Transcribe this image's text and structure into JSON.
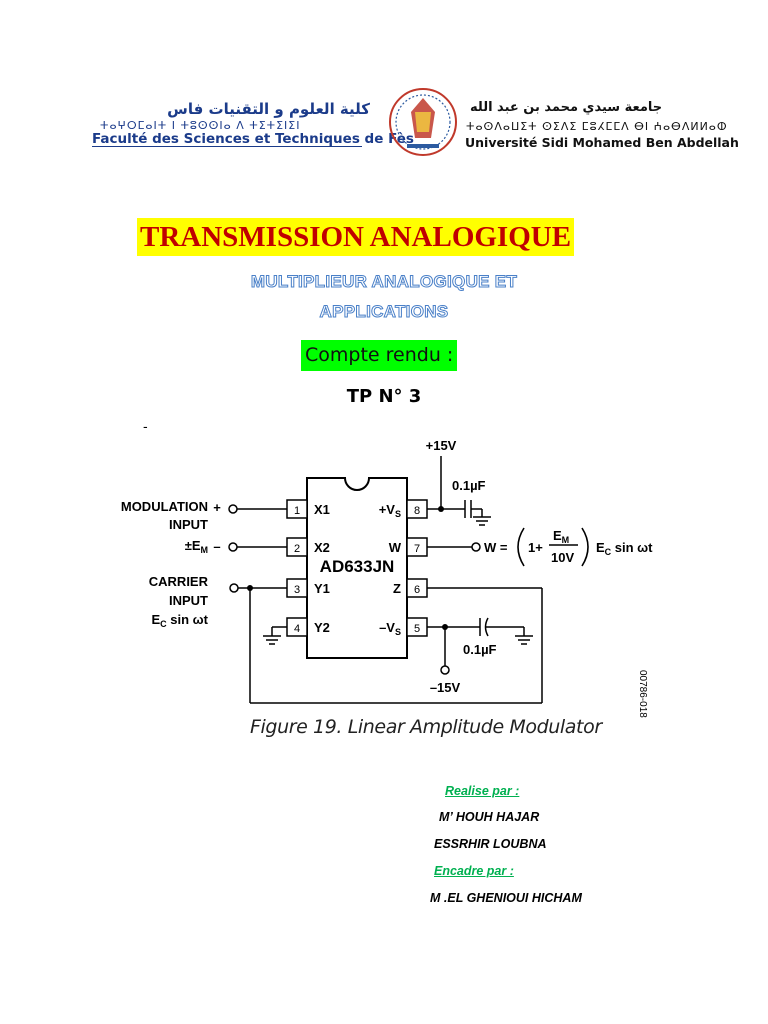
{
  "header": {
    "faculty_ar": "كلية العلوم و التقنيات فاس",
    "faculty_tifinagh": "ⵜⴰⵖⵔⵎⴰⵏⵜ ⵏ ⵜⵓⵙⵙⵏⴰ ⴷ ⵜⵉⵜⵉⵏⵉⵏ",
    "faculty_fr": "Faculté des Sciences et Techniques de Fès",
    "university_ar": "جامعة سيدي محمد بن عبد الله",
    "university_tifinagh": "ⵜⴰⵙⴷⴰⵡⵉⵜ ⵙⵉⴷⵉ ⵎⵓⵃⵎⵎⴷ ⴱⵏ ⵄⴰⴱⴷⵍⵍⴰⵀ",
    "university_fr": "Université Sidi Mohamed Ben Abdellah"
  },
  "title": "TRANSMISSION ANALOGIQUE",
  "subtitle_line1": "MULTIPLIEUR ANALOGIQUE ET",
  "subtitle_line2": "APPLICATIONS",
  "report_label": "Compte rendu :",
  "tp_label": "TP N° 3",
  "figure": {
    "caption": "Figure 19. Linear Amplitude Modulator",
    "code": "00786-018",
    "supply_pos": "+15V",
    "supply_neg": "–15V",
    "cap_top": "0.1µF",
    "cap_bottom": "0.1µF",
    "chip": "AD633JN",
    "mod_input_1": "MODULATION",
    "mod_input_2": "INPUT",
    "mod_input_3": "±E",
    "mod_input_3_sub": "M",
    "carrier_1": "CARRIER",
    "carrier_2": "INPUT",
    "carrier_3": "E",
    "carrier_3_sub": "C",
    "carrier_3_rest": " sin ωt",
    "plus": "+",
    "minus": "–",
    "pins_left": [
      {
        "num": "1",
        "name": "X1"
      },
      {
        "num": "2",
        "name": "X2"
      },
      {
        "num": "3",
        "name": "Y1"
      },
      {
        "num": "4",
        "name": "Y2"
      }
    ],
    "pins_right": [
      {
        "num": "8",
        "name": "+V",
        "sub": "S"
      },
      {
        "num": "7",
        "name": "W",
        "sub": ""
      },
      {
        "num": "6",
        "name": "Z",
        "sub": ""
      },
      {
        "num": "5",
        "name": "–V",
        "sub": "S"
      }
    ],
    "out_lhs": "W =",
    "out_one": "1+",
    "out_num": "E",
    "out_num_sub": "M",
    "out_den": "10V",
    "out_rhs": "E",
    "out_rhs_sub": "C",
    "out_rhs_rest": " sin ωt"
  },
  "credits": {
    "realise_label": "Realise par :",
    "student1": "M’ HOUH HAJAR",
    "student2": "ESSRHIR LOUBNA",
    "encadre_label": "Encadre par :",
    "supervisor": "M .EL GHENIOUI HICHAM"
  },
  "colors": {
    "title": "#c00000",
    "title_bg": "#ffff00",
    "subtitle_outline": "#4a80c8",
    "compte_bg": "#00ff00",
    "credit_label": "#00b050",
    "faculty_blue": "#1b3b8a"
  }
}
